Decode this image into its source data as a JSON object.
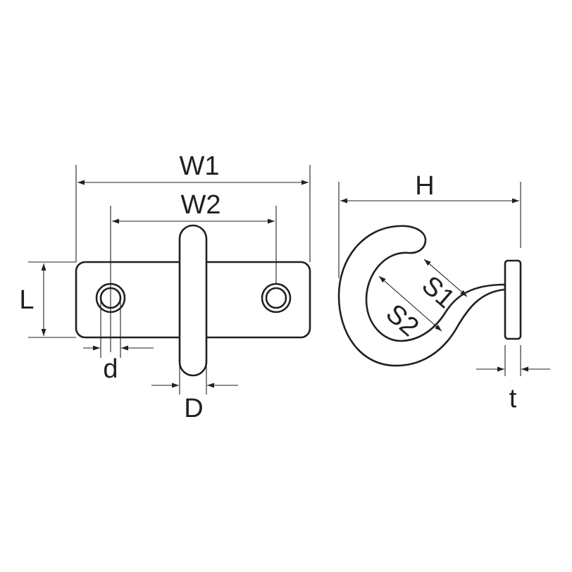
{
  "labels": {
    "w1": "W1",
    "w2": "W2",
    "l": "L",
    "d_small": "d",
    "d_large": "D",
    "h": "H",
    "s1": "S1",
    "s2": "S2",
    "t": "t"
  },
  "colors": {
    "line": "#231f20",
    "background": "#ffffff"
  }
}
